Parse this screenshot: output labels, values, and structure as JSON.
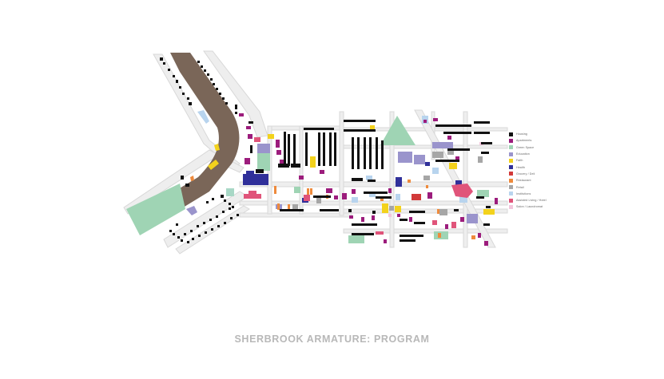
{
  "title": "SHERBROOK ARMATURE: PROGRAM",
  "legend": [
    {
      "label": "Housing",
      "color": "#111111"
    },
    {
      "label": "Apartments",
      "color": "#9c1c7c"
    },
    {
      "label": "Green Space",
      "color": "#9fd4b4"
    },
    {
      "label": "Education",
      "color": "#9a94cc"
    },
    {
      "label": "Faith",
      "color": "#f3d21c"
    },
    {
      "label": "Health",
      "color": "#30309a"
    },
    {
      "label": "Grocery / Deli",
      "color": "#d23a3a"
    },
    {
      "label": "Restaurant",
      "color": "#ee8a3c"
    },
    {
      "label": "Retail",
      "color": "#a6a6a6"
    },
    {
      "label": "Institutions",
      "color": "#b8d4ee"
    },
    {
      "label": "Assisted Living / Hotel",
      "color": "#e0547a"
    },
    {
      "label": "Salon / Laundromat",
      "color": "#f2c6dc"
    }
  ],
  "map": {
    "river_color": "#7a6658",
    "street_color": "#dcdcdc",
    "block_color": "#ffffff"
  }
}
